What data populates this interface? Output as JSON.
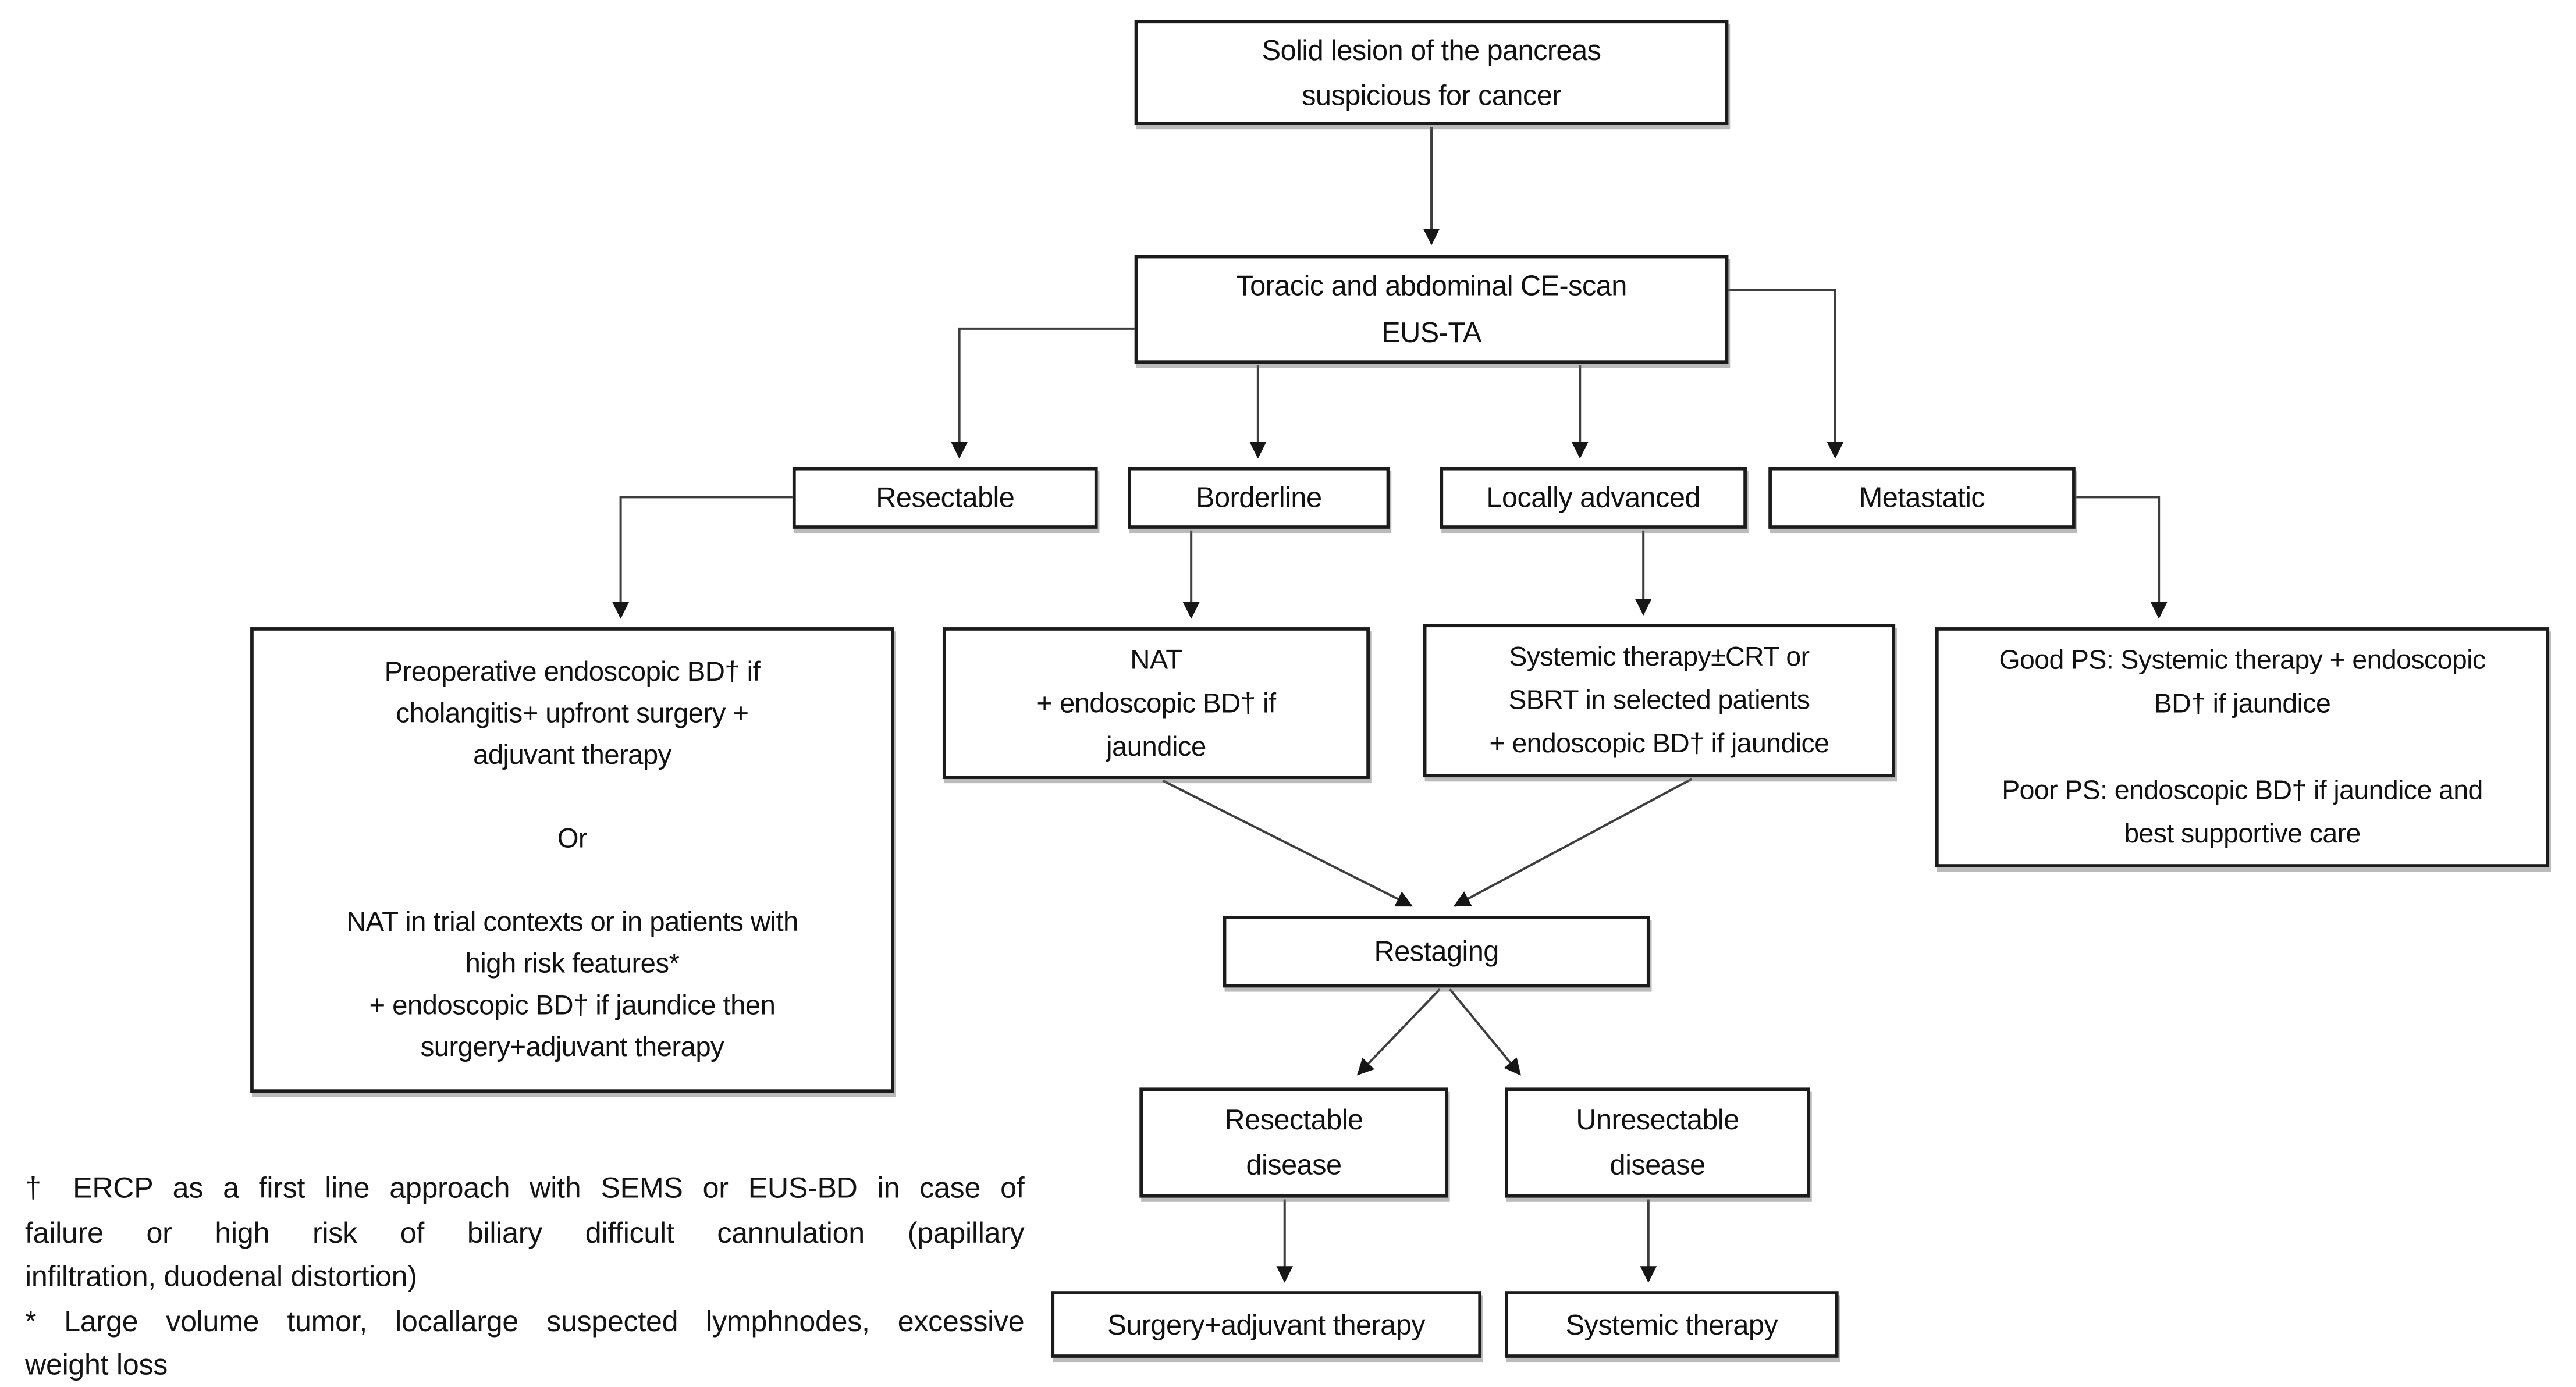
{
  "colors": {
    "background": "#ffffff",
    "box_border": "#1b1b1b",
    "text": "#111111",
    "connector": "#3e3e3e"
  },
  "nodes": {
    "solid_lesion": {
      "text": "Solid lesion of the pancreas\nsuspicious for cancer"
    },
    "ce_scan": {
      "text": "Toracic and abdominal CE-scan\nEUS-TA"
    },
    "resectable": {
      "text": "Resectable"
    },
    "borderline": {
      "text": "Borderline"
    },
    "locally_advanced": {
      "text": "Locally advanced"
    },
    "metastatic": {
      "text": "Metastatic"
    },
    "preoperative": {
      "text": "Preoperative endoscopic BD† if\ncholangitis+ upfront surgery +\nadjuvant therapy\n\nOr\n\nNAT in trial contexts or in patients with\nhigh risk features*\n+ endoscopic BD† if jaundice then\nsurgery+adjuvant therapy"
    },
    "nat": {
      "text": "NAT\n+ endoscopic BD† if\njaundice"
    },
    "systemic_crt": {
      "text": "Systemic therapy±CRT or\nSBRT in selected patients\n+ endoscopic BD† if jaundice"
    },
    "ps": {
      "text": "Good PS: Systemic therapy + endoscopic\nBD†  if jaundice\n\nPoor PS: endoscopic BD† if jaundice and\nbest supportive care"
    },
    "restaging": {
      "text": "Restaging"
    },
    "resectable_disease": {
      "text": "Resectable\ndisease"
    },
    "unresectable_disease": {
      "text": "Unresectable\ndisease"
    },
    "surgery_adjuvant": {
      "text": "Surgery+adjuvant therapy"
    },
    "systemic_therapy": {
      "text": "Systemic therapy"
    }
  },
  "footnotes": {
    "lines": [
      {
        "text": "† ERCP as a first line approach with SEMS or EUS-BD in case of",
        "justified": true
      },
      {
        "text": "failure or high risk of biliary difficult cannulation (papillary",
        "justified": true
      },
      {
        "text": "infiltration, duodenal distortion)",
        "justified": false
      },
      {
        "text": "* Large volume tumor, locallarge suspected lymphnodes, excessive",
        "justified": true
      },
      {
        "text": "weight loss",
        "justified": false
      }
    ]
  }
}
